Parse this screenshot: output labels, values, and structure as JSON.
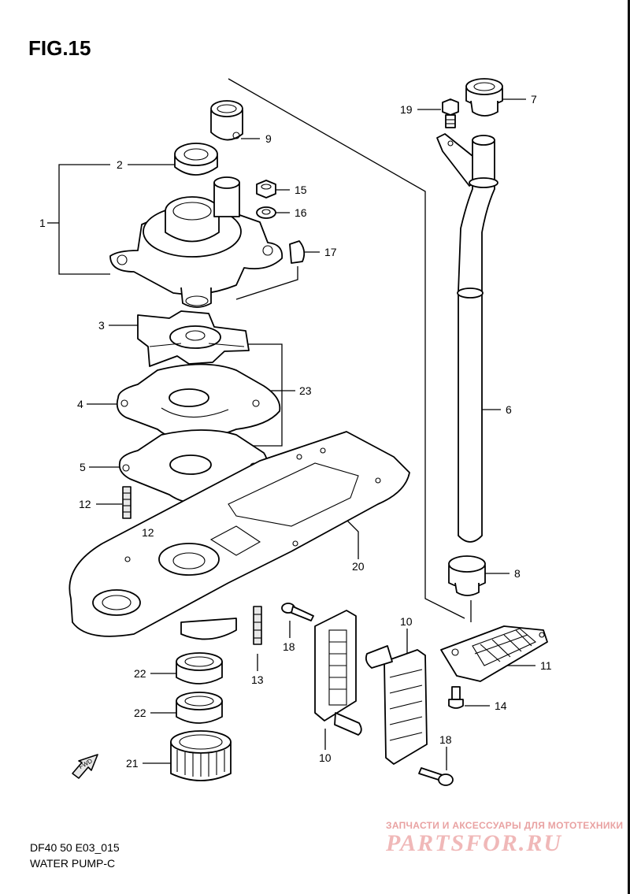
{
  "figure": {
    "title": "FIG.15",
    "model_code": "DF40 50 E03_015",
    "description": "WATER PUMP-C"
  },
  "callouts": {
    "c1": "1",
    "c2": "2",
    "c3": "3",
    "c4": "4",
    "c5": "5",
    "c6": "6",
    "c7": "7",
    "c8": "8",
    "c9": "9",
    "c10a": "10",
    "c10b": "10",
    "c11": "11",
    "c12a": "12",
    "c12b": "12",
    "c13": "13",
    "c14": "14",
    "c15": "15",
    "c16": "16",
    "c17": "17",
    "c18a": "18",
    "c18b": "18",
    "c19": "19",
    "c20": "20",
    "c21": "21",
    "c22a": "22",
    "c22b": "22",
    "c23": "23"
  },
  "fwd_label": "FWD",
  "watermark": {
    "tagline": "ЗАПЧАСТИ И АКСЕССУАРЫ ДЛЯ МОТОТЕХНИКИ",
    "logo": "PARTSFOR.RU"
  }
}
